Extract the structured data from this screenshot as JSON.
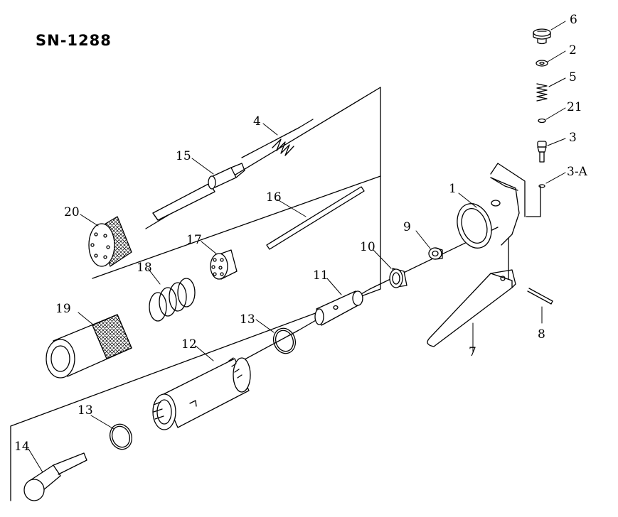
{
  "title": "SN-1288",
  "callouts": {
    "p1": "1",
    "p2": "2",
    "p3": "3",
    "p3a": "3-A",
    "p4": "4",
    "p5": "5",
    "p6": "6",
    "p7": "7",
    "p8": "8",
    "p9": "9",
    "p10": "10",
    "p11": "11",
    "p12": "12",
    "p13a": "13",
    "p13b": "13",
    "p14": "14",
    "p15": "15",
    "p16": "16",
    "p17": "17",
    "p18": "18",
    "p19": "19",
    "p20": "20",
    "p21": "21"
  }
}
